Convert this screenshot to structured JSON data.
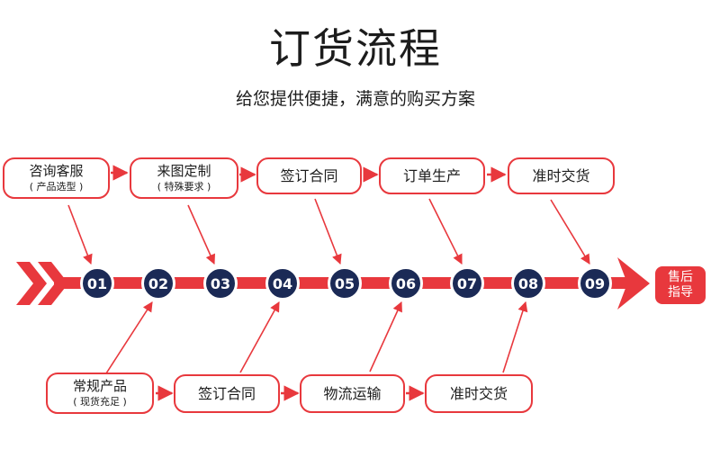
{
  "title": "订货流程",
  "subtitle": "给您提供便捷，满意的购买方案",
  "top_steps": [
    {
      "label": "咨询客服",
      "sub": "( 产品选型 )"
    },
    {
      "label": "来图定制",
      "sub": "( 特殊要求 )"
    },
    {
      "label": "签订合同",
      "sub": ""
    },
    {
      "label": "订单生产",
      "sub": ""
    },
    {
      "label": "准时交货",
      "sub": ""
    }
  ],
  "bottom_steps": [
    {
      "label": "常规产品",
      "sub": "( 现货充足 )"
    },
    {
      "label": "签订合同",
      "sub": ""
    },
    {
      "label": "物流运输",
      "sub": ""
    },
    {
      "label": "准时交货",
      "sub": ""
    }
  ],
  "nodes": [
    "01",
    "02",
    "03",
    "04",
    "05",
    "06",
    "07",
    "08",
    "09"
  ],
  "end_label": {
    "line1": "售后",
    "line2": "指导"
  },
  "colors": {
    "accent": "#e8383d",
    "node": "#1b2a56",
    "text": "#1c1c1c"
  }
}
